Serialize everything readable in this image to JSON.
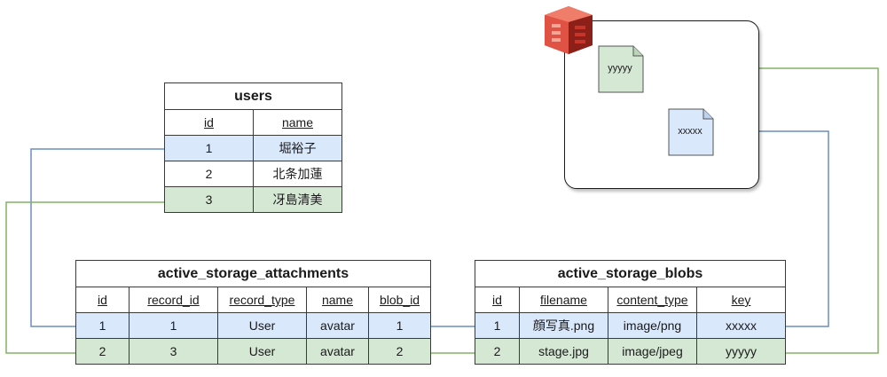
{
  "users": {
    "title": "users",
    "columns": [
      "id",
      "name"
    ],
    "rows": [
      {
        "id": "1",
        "name": "堀裕子"
      },
      {
        "id": "2",
        "name": "北条加蓮"
      },
      {
        "id": "3",
        "name": "冴島清美"
      }
    ]
  },
  "attachments": {
    "title": "active_storage_attachments",
    "columns": [
      "id",
      "record_id",
      "record_type",
      "name",
      "blob_id"
    ],
    "rows": [
      {
        "id": "1",
        "record_id": "1",
        "record_type": "User",
        "name": "avatar",
        "blob_id": "1"
      },
      {
        "id": "2",
        "record_id": "3",
        "record_type": "User",
        "name": "avatar",
        "blob_id": "2"
      }
    ]
  },
  "blobs": {
    "title": "active_storage_blobs",
    "columns": [
      "id",
      "filename",
      "content_type",
      "key"
    ],
    "rows": [
      {
        "id": "1",
        "filename": "顔写真.png",
        "content_type": "image/png",
        "key": "xxxxx"
      },
      {
        "id": "2",
        "filename": "stage.jpg",
        "content_type": "image/jpeg",
        "key": "yyyyy"
      }
    ]
  },
  "storage": {
    "icon": "aws-s3-icon",
    "files": [
      "yyyyy",
      "xxxxx"
    ]
  },
  "colors": {
    "blue_line": "#6c8ebf",
    "green_line": "#82b366",
    "blue_fill": "#dae8fc",
    "green_fill": "#d5e8d4",
    "s3_red": "#e05243"
  }
}
